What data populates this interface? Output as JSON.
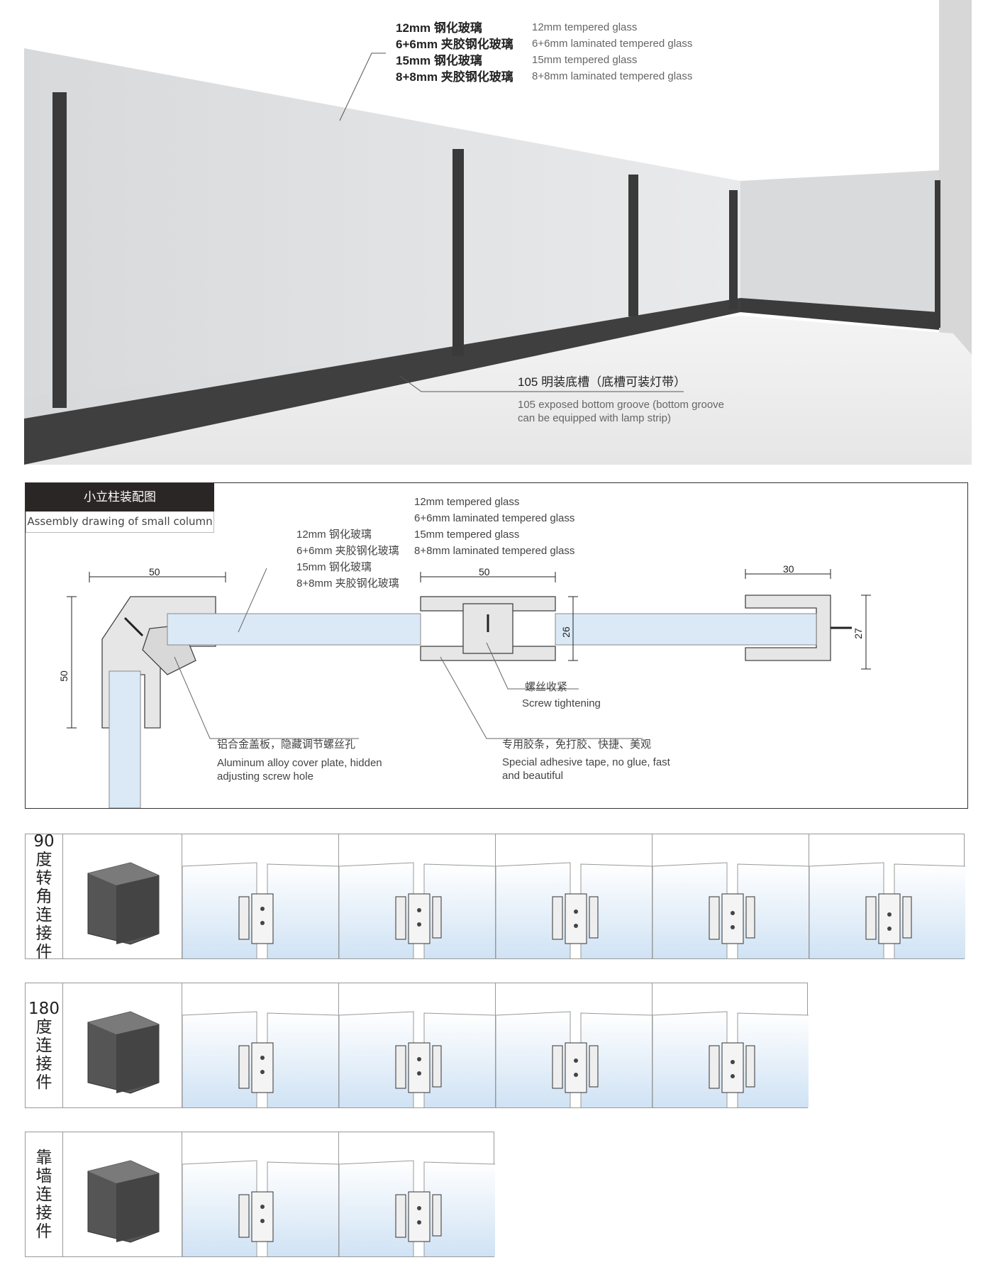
{
  "hero": {
    "glass_cn": [
      "12mm 钢化玻璃",
      "6+6mm 夹胶钢化玻璃",
      "15mm 钢化玻璃",
      "8+8mm 夹胶钢化玻璃"
    ],
    "glass_en": [
      "12mm tempered glass",
      "6+6mm laminated tempered glass",
      "15mm tempered glass",
      "8+8mm laminated tempered glass"
    ],
    "groove_cn": "105 明装底槽（底槽可装灯带）",
    "groove_en_1": "105 exposed bottom groove (bottom groove",
    "groove_en_2": "can be equipped with lamp strip)"
  },
  "diagram": {
    "title_cn": "小立柱装配图",
    "title_en": "Assembly drawing of small column",
    "glass_cn": [
      "12mm 钢化玻璃",
      "6+6mm 夹胶钢化玻璃",
      "15mm 钢化玻璃",
      "8+8mm 夹胶钢化玻璃"
    ],
    "glass_en": [
      "12mm tempered glass",
      "6+6mm laminated tempered glass",
      "15mm tempered glass",
      "8+8mm laminated tempered glass"
    ],
    "dim_left_w": "50",
    "dim_left_h": "50",
    "dim_mid_w": "50",
    "dim_mid_h": "26",
    "dim_right_w": "30",
    "dim_right_h": "27",
    "screw_cn": "螺丝收紧",
    "screw_en": "Screw tightening",
    "cover_cn": "铝合金盖板，隐藏调节螺丝孔",
    "cover_en_1": "Aluminum alloy cover plate, hidden",
    "cover_en_2": "adjusting screw hole",
    "tape_cn": "专用胶条，免打胶、快捷、美观",
    "tape_en_1": "Special adhesive tape, no glue, fast",
    "tape_en_2": "and beautiful"
  },
  "rows": [
    {
      "label_lines": [
        "90",
        "度",
        "转",
        "角",
        "连",
        "接",
        "件"
      ],
      "steps": 5
    },
    {
      "label_lines": [
        "180",
        "度",
        "连",
        "接",
        "件"
      ],
      "steps": 4
    },
    {
      "label_lines": [
        "靠",
        "墙",
        "连",
        "接",
        "件"
      ],
      "steps": 2
    }
  ],
  "colors": {
    "profile": "#4a4a4a",
    "glass": "#dfe9f3",
    "accent_dark": "#2b2626"
  }
}
